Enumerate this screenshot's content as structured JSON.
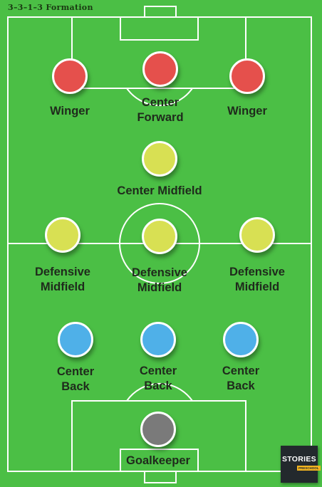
{
  "title": "3–3–1–3 Formation",
  "colors": {
    "pitch": "#4bbf45",
    "lines": "#ffffff",
    "forward": "#e5504c",
    "midfield": "#d8e053",
    "defender": "#4fb0e8",
    "goalkeeper": "#7a7a7a"
  },
  "players": [
    {
      "label": "Winger",
      "group": "forward"
    },
    {
      "label": "Center\nForward",
      "group": "forward"
    },
    {
      "label": "Winger",
      "group": "forward"
    },
    {
      "label": "Center Midfield",
      "group": "midfield"
    },
    {
      "label": "Defensive\nMidfield",
      "group": "midfield"
    },
    {
      "label": "Defensive\nMidfield",
      "group": "midfield"
    },
    {
      "label": "Defensive\nMidfield",
      "group": "midfield"
    },
    {
      "label": "Center\nBack",
      "group": "defender"
    },
    {
      "label": "Center\nBack",
      "group": "defender"
    },
    {
      "label": "Center\nBack",
      "group": "defender"
    },
    {
      "label": "Goalkeeper",
      "group": "goalkeeper"
    }
  ],
  "logo": {
    "main": "STORIES",
    "sub": "PRESCHOOL"
  }
}
